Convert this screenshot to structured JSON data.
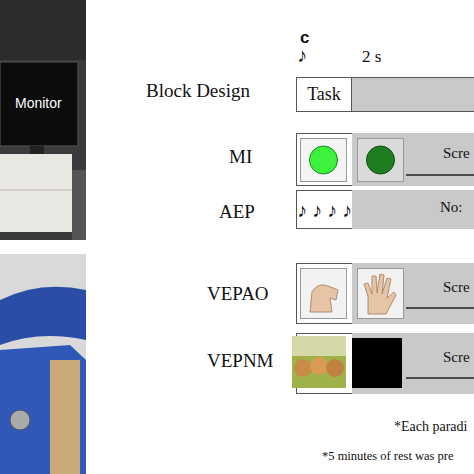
{
  "diagram": {
    "nodes": [
      {
        "text": [
          "Task"
        ]
      },
      {
        "text": [
          "Scre"
        ]
      },
      {
        "text": [
          "No:"
        ]
      },
      {
        "text": [
          "Scre"
        ]
      },
      {
        "text": [
          "Scre"
        ]
      }
    ],
    "labels": [
      "Monitor",
      "c",
      "♪",
      "2 s",
      "Block Design",
      "MI",
      "AEP",
      "♪ ♪ ♪ ♪",
      "VEPAO",
      "VEPNM",
      "*Each paradi",
      "*5 minutes of rest was pre"
    ]
  }
}
